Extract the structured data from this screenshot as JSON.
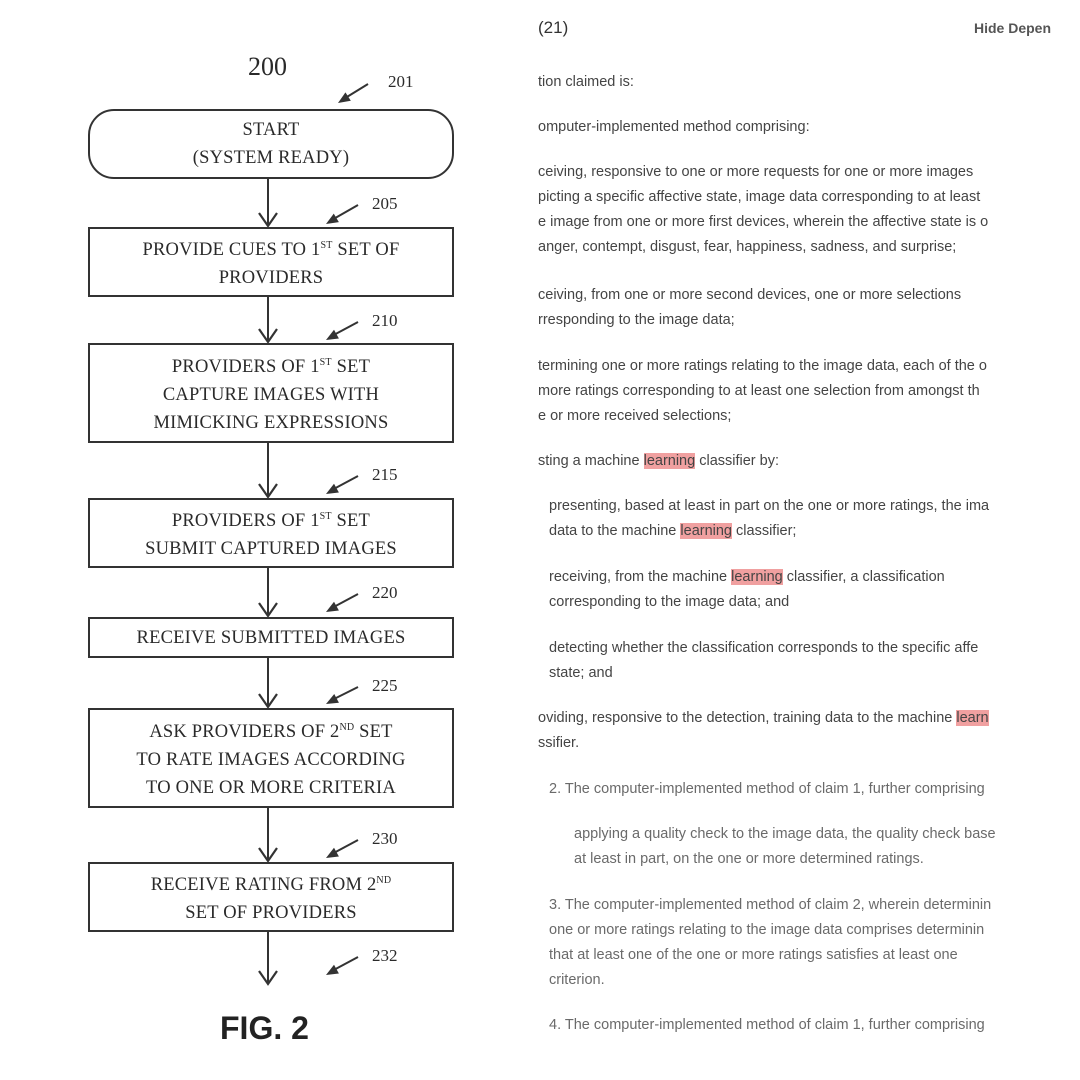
{
  "figure": {
    "fig_number": "200",
    "caption": "FIG. 2",
    "refs": [
      "201",
      "205",
      "210",
      "215",
      "220",
      "225",
      "230",
      "232"
    ],
    "boxes": [
      {
        "lines": [
          "START",
          "(SYSTEM READY)"
        ]
      },
      {
        "lines": [
          [
            "PROVIDE CUES TO 1",
            "ST",
            " SET OF"
          ],
          "PROVIDERS"
        ]
      },
      {
        "lines": [
          [
            "PROVIDERS OF 1",
            "ST",
            " SET"
          ],
          "CAPTURE IMAGES WITH",
          "MIMICKING EXPRESSIONS"
        ]
      },
      {
        "lines": [
          [
            "PROVIDERS OF 1",
            "ST",
            " SET"
          ],
          "SUBMIT CAPTURED IMAGES"
        ]
      },
      {
        "lines": [
          "RECEIVE SUBMITTED IMAGES"
        ]
      },
      {
        "lines": [
          [
            "ASK PROVIDERS OF 2",
            "ND",
            " SET"
          ],
          "TO RATE IMAGES ACCORDING",
          "TO ONE OR MORE CRITERIA"
        ]
      },
      {
        "lines": [
          [
            "RECEIVE RATING FROM 2",
            "ND",
            ""
          ],
          "SET OF PROVIDERS"
        ]
      }
    ]
  },
  "claims": {
    "claim_number": "(21)",
    "hide_dependent": "Hide Depen",
    "highlight_color": "#f0a0a0",
    "paragraphs": [
      {
        "lines": [
          "tion claimed is:"
        ]
      },
      {
        "lines": [
          "omputer-implemented method comprising:"
        ]
      },
      {
        "lines": [
          "ceiving, responsive to one or more requests for one or more images",
          "picting a specific affective state, image data corresponding to at least",
          "e image from one or more first devices, wherein the affective state is o",
          "anger, contempt, disgust, fear, happiness, sadness, and surprise;"
        ]
      },
      {
        "lines": [
          "ceiving, from one or more second devices, one or more selections",
          "rresponding to the image data;"
        ]
      },
      {
        "lines": [
          "termining one or more ratings relating to the image data, each of the o",
          "more ratings corresponding to at least one selection from amongst th",
          "e or more received selections;"
        ]
      },
      {
        "lines": [
          [
            "sting a machine ",
            "learning",
            " classifier by:"
          ]
        ]
      },
      {
        "lines": [
          [
            "presenting, based at least in part on the one or more ratings, the ima"
          ],
          [
            "data to the machine ",
            "learning",
            " classifier;"
          ]
        ]
      },
      {
        "lines": [
          [
            "receiving, from the machine ",
            "learning",
            " classifier, a classification"
          ],
          "corresponding to the image data; and"
        ]
      },
      {
        "lines": [
          "detecting whether the classification corresponds to the specific affe",
          "state; and"
        ]
      },
      {
        "lines": [
          [
            "oviding, responsive to the detection, training data to the machine ",
            "learn",
            ""
          ],
          "ssifier."
        ]
      },
      {
        "lines": [
          "2. The computer-implemented method of claim 1, further comprising"
        ]
      },
      {
        "lines": [
          "applying a quality check to the image data, the quality check base",
          "at least in part, on the one or more determined ratings."
        ]
      },
      {
        "lines": [
          "3. The computer-implemented method of claim 2, wherein determinin",
          "one or more ratings relating to the image data comprises determinin",
          "that at least one of the one or more ratings satisfies at least one",
          "criterion."
        ]
      },
      {
        "lines": [
          "4. The computer-implemented method of claim 1, further comprising"
        ]
      }
    ]
  }
}
